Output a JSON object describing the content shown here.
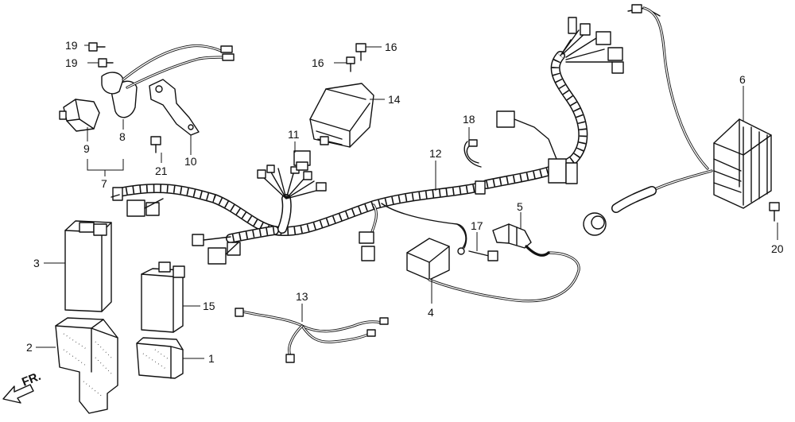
{
  "callouts": [
    {
      "id": "c1",
      "text": "1"
    },
    {
      "id": "c2",
      "text": "2"
    },
    {
      "id": "c3",
      "text": "3"
    },
    {
      "id": "c4",
      "text": "4"
    },
    {
      "id": "c5",
      "text": "5"
    },
    {
      "id": "c6",
      "text": "6"
    },
    {
      "id": "c7",
      "text": "7"
    },
    {
      "id": "c8",
      "text": "8"
    },
    {
      "id": "c9",
      "text": "9"
    },
    {
      "id": "c10",
      "text": "10"
    },
    {
      "id": "c11",
      "text": "11"
    },
    {
      "id": "c12",
      "text": "12"
    },
    {
      "id": "c13",
      "text": "13"
    },
    {
      "id": "c14",
      "text": "14"
    },
    {
      "id": "c15",
      "text": "15"
    },
    {
      "id": "c16a",
      "text": "16"
    },
    {
      "id": "c16b",
      "text": "16"
    },
    {
      "id": "c17",
      "text": "17"
    },
    {
      "id": "c18",
      "text": "18"
    },
    {
      "id": "c19a",
      "text": "19"
    },
    {
      "id": "c19b",
      "text": "19"
    },
    {
      "id": "c20",
      "text": "20"
    },
    {
      "id": "c21",
      "text": "21"
    }
  ],
  "direction_marker": {
    "text": "FR.",
    "icon": "front-arrow-icon"
  }
}
